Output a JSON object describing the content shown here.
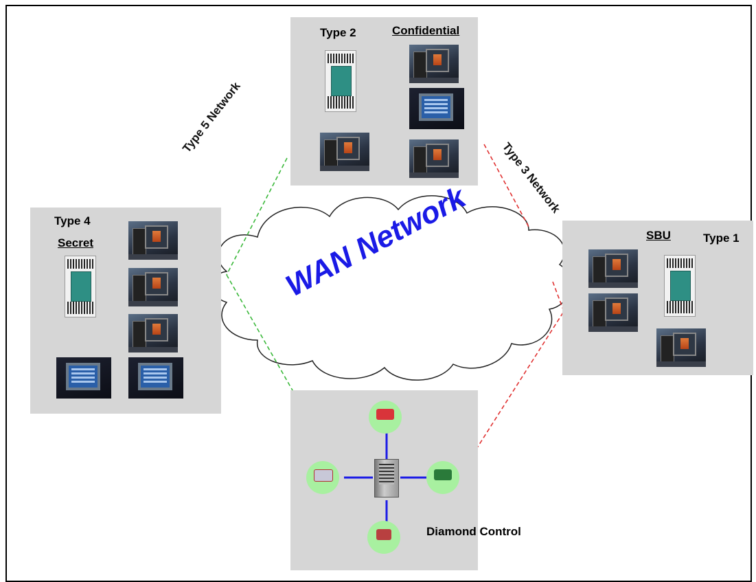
{
  "type2": {
    "title": "Type 2",
    "classification": "Confidential"
  },
  "type4": {
    "title": "Type 4",
    "classification": "Secret"
  },
  "type1": {
    "title": "Type 1",
    "classification": "SBU"
  },
  "networks": {
    "type5": "Type 5 Network",
    "type3": "Type 3 Network",
    "wan": "WAN Network"
  },
  "diamond": {
    "label": "Diamond Control"
  },
  "colors": {
    "panel": "#d6d6d6",
    "wan_text": "#1a1ae6",
    "type5_link": "#3ab83a",
    "type3_link": "#e03030",
    "hub_links": "#1a1ae6",
    "node_fill": "#a8f0a0"
  },
  "icons": [
    "rack-server-icon",
    "workstation-icon",
    "crt-monitor-icon",
    "cloud-icon",
    "diamond-node-icon",
    "server-icon"
  ]
}
